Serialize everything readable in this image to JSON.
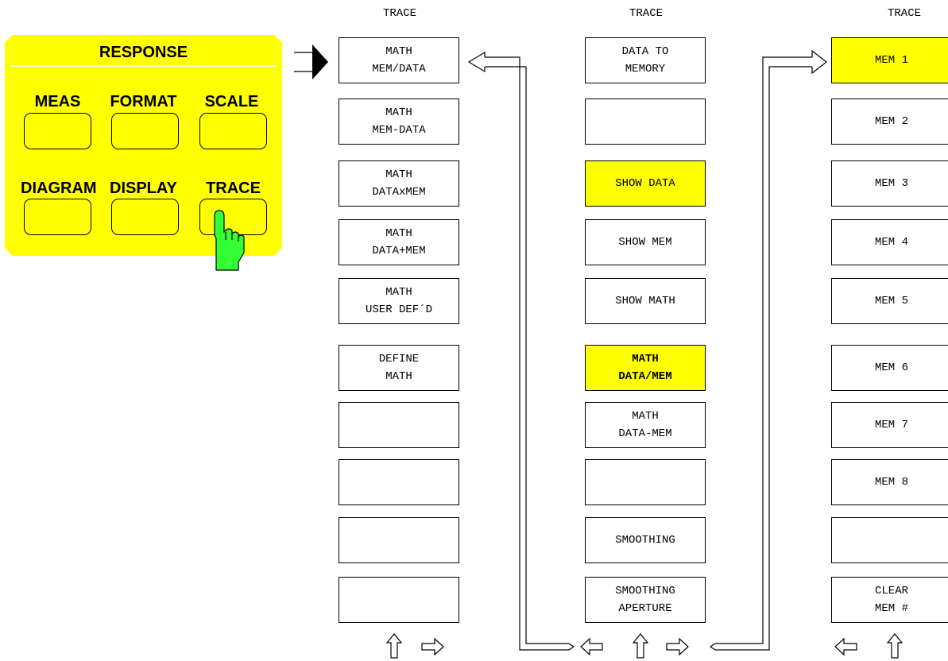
{
  "panel": {
    "title": "RESPONSE",
    "keys": [
      "MEAS",
      "FORMAT",
      "SCALE",
      "DIAGRAM",
      "DISPLAY",
      "TRACE"
    ]
  },
  "columns": [
    {
      "header": "TRACE",
      "buttons": [
        {
          "lines": [
            "MATH",
            "MEM/DATA"
          ]
        },
        {
          "lines": [
            "MATH",
            "MEM-DATA"
          ]
        },
        {
          "lines": [
            "MATH",
            "DATAxMEM"
          ]
        },
        {
          "lines": [
            "MATH",
            "DATA+MEM"
          ]
        },
        {
          "lines": [
            "MATH",
            "USER DEF´D"
          ]
        },
        {
          "lines": [
            "DEFINE",
            "MATH"
          ]
        },
        {
          "lines": [
            ""
          ]
        },
        {
          "lines": [
            ""
          ]
        },
        {
          "lines": [
            ""
          ]
        },
        {
          "lines": [
            ""
          ]
        }
      ]
    },
    {
      "header": "TRACE",
      "buttons": [
        {
          "lines": [
            "DATA TO",
            "MEMORY"
          ]
        },
        {
          "lines": [
            ""
          ]
        },
        {
          "lines": [
            "SHOW DATA"
          ],
          "highlight": true
        },
        {
          "lines": [
            "SHOW MEM"
          ]
        },
        {
          "lines": [
            "SHOW MATH"
          ]
        },
        {
          "lines": [
            "MATH",
            "DATA/MEM"
          ],
          "highlight": true,
          "bold": true
        },
        {
          "lines": [
            "MATH",
            "DATA-MEM"
          ]
        },
        {
          "lines": [
            ""
          ]
        },
        {
          "lines": [
            "SMOOTHING"
          ]
        },
        {
          "lines": [
            "SMOOTHING",
            "APERTURE"
          ]
        }
      ]
    },
    {
      "header": "TRACE",
      "buttons": [
        {
          "lines": [
            "MEM 1"
          ],
          "highlight": true
        },
        {
          "lines": [
            "MEM 2"
          ]
        },
        {
          "lines": [
            "MEM 3"
          ]
        },
        {
          "lines": [
            "MEM 4"
          ]
        },
        {
          "lines": [
            "MEM 5"
          ]
        },
        {
          "lines": [
            "MEM 6"
          ]
        },
        {
          "lines": [
            "MEM 7"
          ]
        },
        {
          "lines": [
            "MEM 8"
          ]
        },
        {
          "lines": [
            ""
          ]
        },
        {
          "lines": [
            "CLEAR",
            "MEM #"
          ]
        }
      ]
    }
  ],
  "colors": {
    "panel": "#ffff00",
    "highlight": "#ffff00",
    "hand": "#33ff33"
  },
  "icons": [
    "arrow-right-icon",
    "arrow-up-icon",
    "arrow-left-icon",
    "pointing-hand-icon"
  ]
}
